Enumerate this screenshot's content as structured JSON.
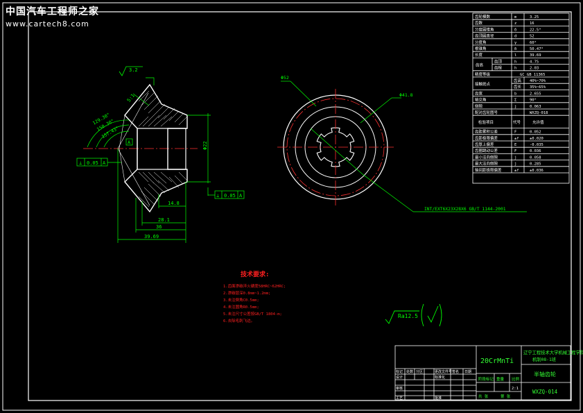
{
  "watermark": {
    "line1": "中国汽车工程师之家",
    "line2": "www.cartech8.com"
  },
  "colors": {
    "background": "#000000",
    "outline": "#ffffff",
    "dimension": "#00ff00",
    "center": "#ff0000",
    "tech": "#ff2020",
    "title_text": "#33ff33"
  },
  "params": {
    "rows": [
      {
        "name": "齿轮模数",
        "sym": "m",
        "val": "3.25"
      },
      {
        "name": "齿数",
        "sym": "z",
        "val": "16"
      },
      {
        "name": "分度圆锥角",
        "sym": "δ",
        "val": "22.5°"
      },
      {
        "name": "齿顶圆直径",
        "sym": "d",
        "val": "52"
      },
      {
        "name": "分度角",
        "sym": "γ",
        "val": "60°"
      },
      {
        "name": "根锥角",
        "sym": "δ",
        "val": "50.47°"
      },
      {
        "name": "长度",
        "sym": "l",
        "val": "39.69"
      }
    ],
    "gap": {
      "group": "齿高",
      "sub1": "齿顶",
      "sym1": "h",
      "val1": "4.75",
      "sub2": "齿根",
      "sym2": "h",
      "val2": "2.03"
    },
    "standard": {
      "name": "精度等级",
      "val": "GC GB 11365"
    },
    "contact": {
      "group": "接触斑点",
      "sub1": "齿高",
      "val1": "40%~70%",
      "sub2": "齿长",
      "val2": "35%~65%"
    },
    "rows2": [
      {
        "name": "齿宽",
        "sym": "b",
        "val": "2.655"
      },
      {
        "name": "轴交角",
        "sym": "Σ",
        "val": "90°"
      },
      {
        "name": "侧隙",
        "sym": "j",
        "val": "0.063"
      },
      {
        "name": "配对齿轮图号",
        "sym": "",
        "val": "WXZQ-018"
      }
    ],
    "inspect_header": {
      "name": "检验项目",
      "code": "代号",
      "val": "允许值"
    },
    "rows3": [
      {
        "name": "齿距累积公差",
        "sym": "F",
        "val": "0.052"
      },
      {
        "name": "齿距极限偏差",
        "sym": "±f",
        "val": "±0.020"
      },
      {
        "name": "齿厚上偏差",
        "sym": "E",
        "val": "-0.035"
      },
      {
        "name": "齿圈跳动公差",
        "sym": "F",
        "val": "0.036"
      },
      {
        "name": "最小法向侧隙",
        "sym": "j",
        "val": "0.058"
      },
      {
        "name": "最大法向侧隙",
        "sym": "j",
        "val": "0.285"
      },
      {
        "name": "轴间距极限偏差",
        "sym": "±f",
        "val": "±0.036"
      }
    ]
  },
  "side_view": {
    "roughness_top": "3.2",
    "chamfer": "5:1",
    "angles": [
      "129.30°",
      "150.30°",
      "157.43°"
    ],
    "datum_a": "A",
    "tol1": {
      "sym": "⊥",
      "val": "0.05",
      "ref": "A"
    },
    "tol2": {
      "sym": "⊥",
      "val": "0.05",
      "ref": "A"
    },
    "dims": {
      "bore": "Φ22",
      "d1": "14.8",
      "d2": "28.1",
      "d3": "36",
      "d4": "39.69"
    }
  },
  "front_view": {
    "label_left": "Φ52",
    "label_right": "Φ41.8",
    "spline": "INT/EXT6X23X28X6 GB/T 1144-2001"
  },
  "tech_req": {
    "title": "技术要求:",
    "items": [
      "1.齿面渗碳淬火硬度58HRC~62HRC;",
      "2.渗碳层深0.8mm~1.2mm;",
      "3.未注倒角C0.5mm;",
      "4.未注圆角R0.5mm;",
      "5.未注尺寸公差按GB/T 1804-m;",
      "6.去除毛刺飞边。"
    ]
  },
  "roughness_main": {
    "val": "Ra12.5"
  },
  "title_block": {
    "material": "20CrMnTi",
    "org": "辽宁工程技术大学机械工程学院",
    "dept": "机制08-1班",
    "part_name": "半轴齿轮",
    "drawing_no": "WXZQ-014",
    "labels": {
      "mark": "标记",
      "qty": "处数",
      "zone": "分区",
      "docno": "更改文件号",
      "sign": "签名",
      "date": "日期",
      "design": "设计",
      "std": "标准化",
      "check": "审核",
      "craft": "工艺",
      "approve": "批准",
      "stage": "阶段标记",
      "weight": "重量",
      "scale": "比例",
      "scale_val": "2:1",
      "sheets": "共  张",
      "sheet": "第  张"
    }
  }
}
